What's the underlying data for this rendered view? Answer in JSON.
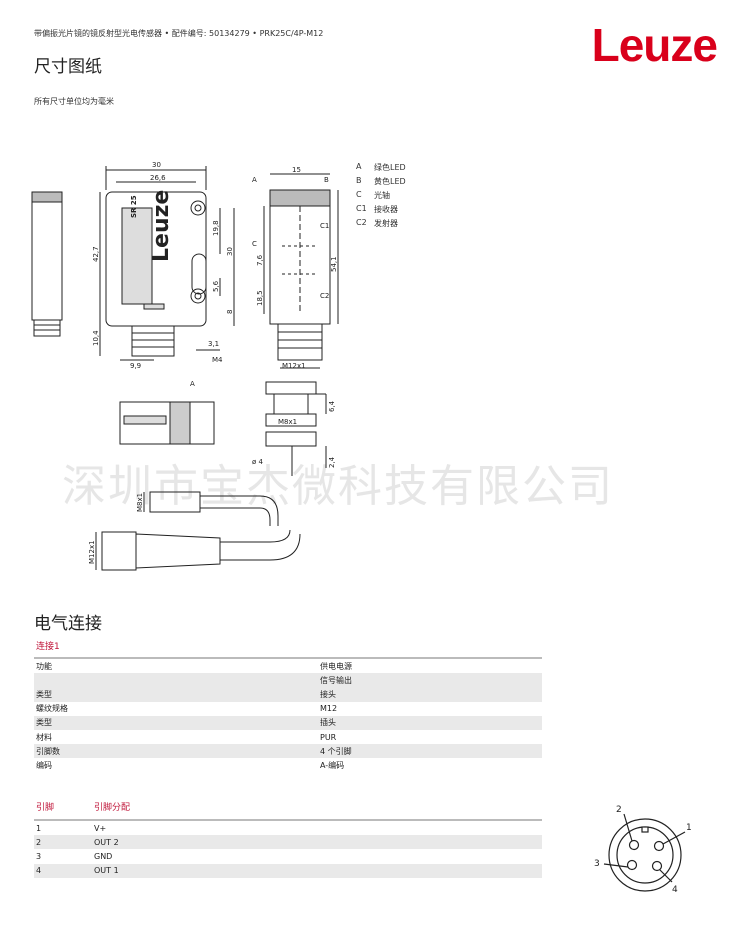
{
  "header": {
    "product_line": "带偏振光片镜的镜反射型光电传感器 • 配件编号: 50134279 • PRK25C/4P-M12",
    "logo_text": "Leuze"
  },
  "dimensions": {
    "title": "尺寸图纸",
    "units_note": "所有尺寸单位均为毫米",
    "dim_labels": {
      "w30": "30",
      "w266": "26,6",
      "w15": "15",
      "h427": "42,7",
      "h198": "19,8",
      "h30": "30",
      "h56": "5,6",
      "h8": "8",
      "h541": "54,1",
      "h76": "7,6",
      "h185": "18,5",
      "h104": "10,4",
      "w99": "9,9",
      "w31": "3,1",
      "m4": "M4",
      "m12x1": "M12x1",
      "h64": "6,4",
      "m8x1": "M8x1",
      "d4": "ø 4",
      "h24": "2,4",
      "m8x1b": "M8x1",
      "m12x1b": "M12x1",
      "A": "A",
      "B": "B",
      "C": "C",
      "C1": "C1",
      "C2": "C2",
      "A2": "A",
      "sensor_text": "Leuze",
      "model_text": "SR 25"
    },
    "legend": [
      {
        "key": "A",
        "label": "绿色LED"
      },
      {
        "key": "B",
        "label": "黄色LED"
      },
      {
        "key": "C",
        "label": "光轴"
      },
      {
        "key": "C1",
        "label": "接收器"
      },
      {
        "key": "C2",
        "label": "发射器"
      }
    ]
  },
  "watermark": "深圳市宝杰微科技有限公司",
  "electrical": {
    "title": "电气连接",
    "connection_label": "连接1",
    "rows": [
      {
        "key": "功能",
        "value": "供电电源",
        "shaded": false
      },
      {
        "key": "",
        "value": "信号输出",
        "shaded": true
      },
      {
        "key": "类型",
        "value": "接头",
        "shaded": true
      },
      {
        "key": "螺纹规格",
        "value": "M12",
        "shaded": false
      },
      {
        "key": "类型",
        "value": "插头",
        "shaded": true
      },
      {
        "key": "材料",
        "value": "PUR",
        "shaded": false
      },
      {
        "key": "引脚数",
        "value": "4 个引脚",
        "shaded": true
      },
      {
        "key": "编码",
        "value": "A-编码",
        "shaded": false
      }
    ],
    "pin_header": {
      "pin": "引脚",
      "assignment": "引脚分配"
    },
    "pins": [
      {
        "pin": "1",
        "fn": "V+"
      },
      {
        "pin": "2",
        "fn": "OUT 2"
      },
      {
        "pin": "3",
        "fn": "GND"
      },
      {
        "pin": "4",
        "fn": "OUT 1"
      }
    ],
    "connector_labels": {
      "p1": "1",
      "p2": "2",
      "p3": "3",
      "p4": "4"
    }
  },
  "colors": {
    "brand": "#d9001b",
    "accent": "#c0163a"
  }
}
